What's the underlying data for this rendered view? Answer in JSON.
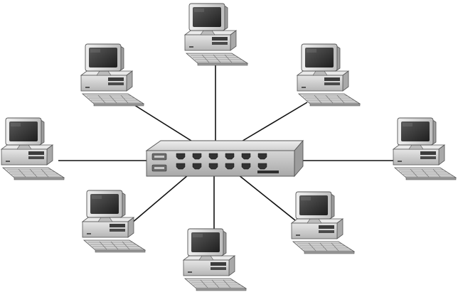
{
  "diagram": {
    "type": "star-network-topology",
    "center_node": {
      "kind": "hub-switch",
      "icon": "network-switch-icon",
      "port_rows": 2,
      "ports_per_row": 6
    },
    "nodes": [
      {
        "id": "pc-top",
        "icon": "desktop-computer-icon"
      },
      {
        "id": "pc-top-right",
        "icon": "desktop-computer-icon"
      },
      {
        "id": "pc-right",
        "icon": "desktop-computer-icon"
      },
      {
        "id": "pc-bottom-right",
        "icon": "desktop-computer-icon"
      },
      {
        "id": "pc-bottom",
        "icon": "desktop-computer-icon"
      },
      {
        "id": "pc-bottom-left",
        "icon": "desktop-computer-icon"
      },
      {
        "id": "pc-left",
        "icon": "desktop-computer-icon"
      },
      {
        "id": "pc-top-left",
        "icon": "desktop-computer-icon"
      }
    ],
    "edges": [
      [
        "hub-switch",
        "pc-top"
      ],
      [
        "hub-switch",
        "pc-top-right"
      ],
      [
        "hub-switch",
        "pc-right"
      ],
      [
        "hub-switch",
        "pc-bottom-right"
      ],
      [
        "hub-switch",
        "pc-bottom"
      ],
      [
        "hub-switch",
        "pc-bottom-left"
      ],
      [
        "hub-switch",
        "pc-left"
      ],
      [
        "hub-switch",
        "pc-top-left"
      ]
    ],
    "colors": {
      "background": "#ffffff",
      "cable": "#111111",
      "monitor_body": "#d4d4d4",
      "screen": "#2e2e2e",
      "case": "#c8c8c8",
      "keyboard": "#dcdcdc",
      "switch_body": "#d9d9d9",
      "switch_front": "#c2c2c2"
    }
  }
}
